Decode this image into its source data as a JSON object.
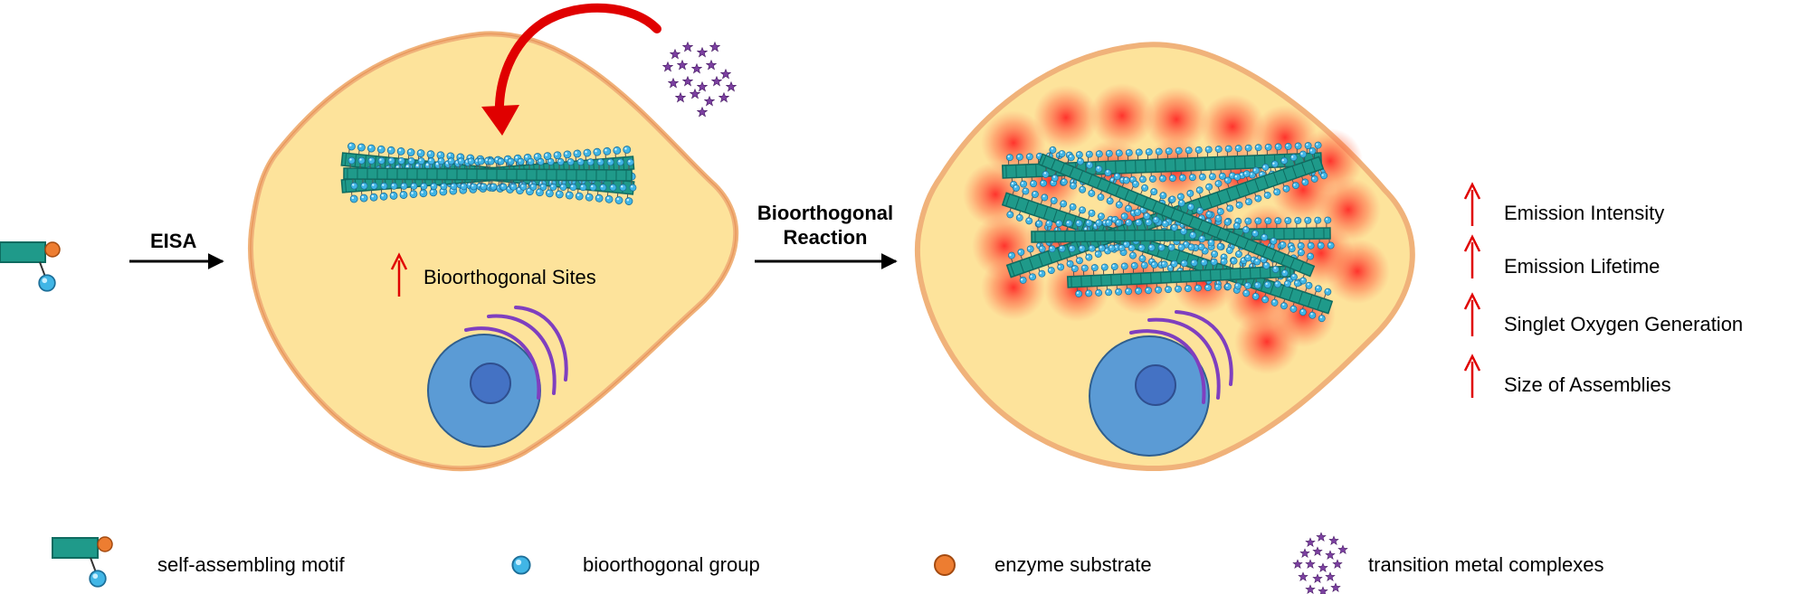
{
  "steps": {
    "step1_label": "EISA",
    "step2_label_line1": "Bioorthogonal",
    "step2_label_line2": "Reaction"
  },
  "cell1": {
    "annotation": "Bioorthogonal Sites"
  },
  "effects": [
    {
      "label": "Emission Intensity"
    },
    {
      "label": "Emission Lifetime"
    },
    {
      "label": "Singlet Oxygen Generation"
    },
    {
      "label": "Size of Assemblies"
    }
  ],
  "legend": [
    {
      "label": "self-assembling motif",
      "icon": "self-assembling-motif-icon"
    },
    {
      "label": "bioorthogonal group",
      "icon": "bioorthogonal-group-icon"
    },
    {
      "label": "enzyme substrate",
      "icon": "enzyme-substrate-icon"
    },
    {
      "label": "transition metal complexes",
      "icon": "transition-metal-complexes-icon"
    }
  ],
  "colors": {
    "cell_fill": "#fde39b",
    "cell_border": "#f0b27a",
    "nucleus": "#5b9bd5",
    "nucleolus": "#4472c4",
    "er": "#7f3fbf",
    "fiber": "#1f9a8a",
    "fiber_dark": "#0e6b60",
    "bio_group": "#41b6e6",
    "enzyme_substrate": "#ed7d31",
    "increase_arrow": "#e00000",
    "metal_complex": "#7b3fa0",
    "glow": "#ff3030"
  }
}
